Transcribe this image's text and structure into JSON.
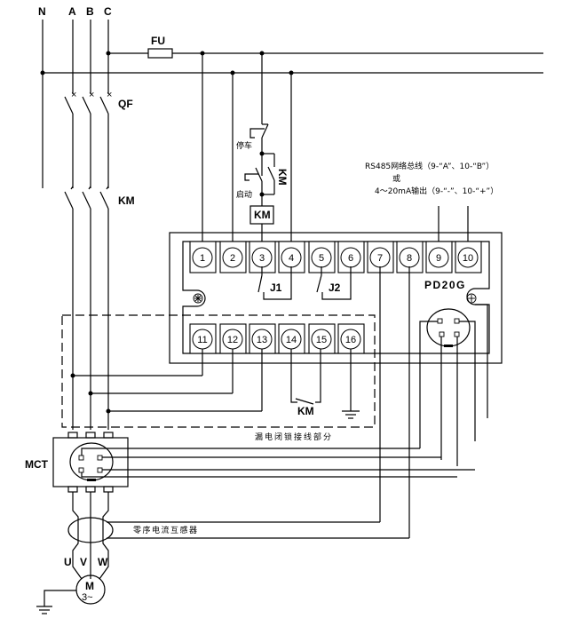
{
  "power_lines": {
    "neutral": "N",
    "phases": [
      "A",
      "B",
      "C"
    ]
  },
  "components": {
    "fuse": "FU",
    "breaker": "QF",
    "contactor_main": "KM",
    "contactor_coil": "KM",
    "contactor_aux": "KM",
    "contactor_interlock": "KM",
    "stop_button": "停车",
    "start_button": "启动",
    "current_transformer_module": "MCT",
    "zero_seq_ct": "零序电流互感器",
    "motor_symbol": "M",
    "motor_type": "3~",
    "motor_phases": [
      "U",
      "V",
      "W"
    ]
  },
  "device": {
    "model": "PD20G",
    "top_terminals": [
      "1",
      "2",
      "3",
      "4",
      "5",
      "6",
      "7",
      "8",
      "9",
      "10"
    ],
    "bottom_terminals": [
      "11",
      "12",
      "13",
      "14",
      "15",
      "16"
    ],
    "relay_j1": "J1",
    "relay_j2": "J2"
  },
  "notes": {
    "comm_line1": "RS485网络总线（9-“A”、10-“B”）",
    "comm_or": "或",
    "comm_line2": "4～20mA输出（9-“-”、10-“+”）",
    "leakage_section": "漏电闭锁接线部分"
  }
}
